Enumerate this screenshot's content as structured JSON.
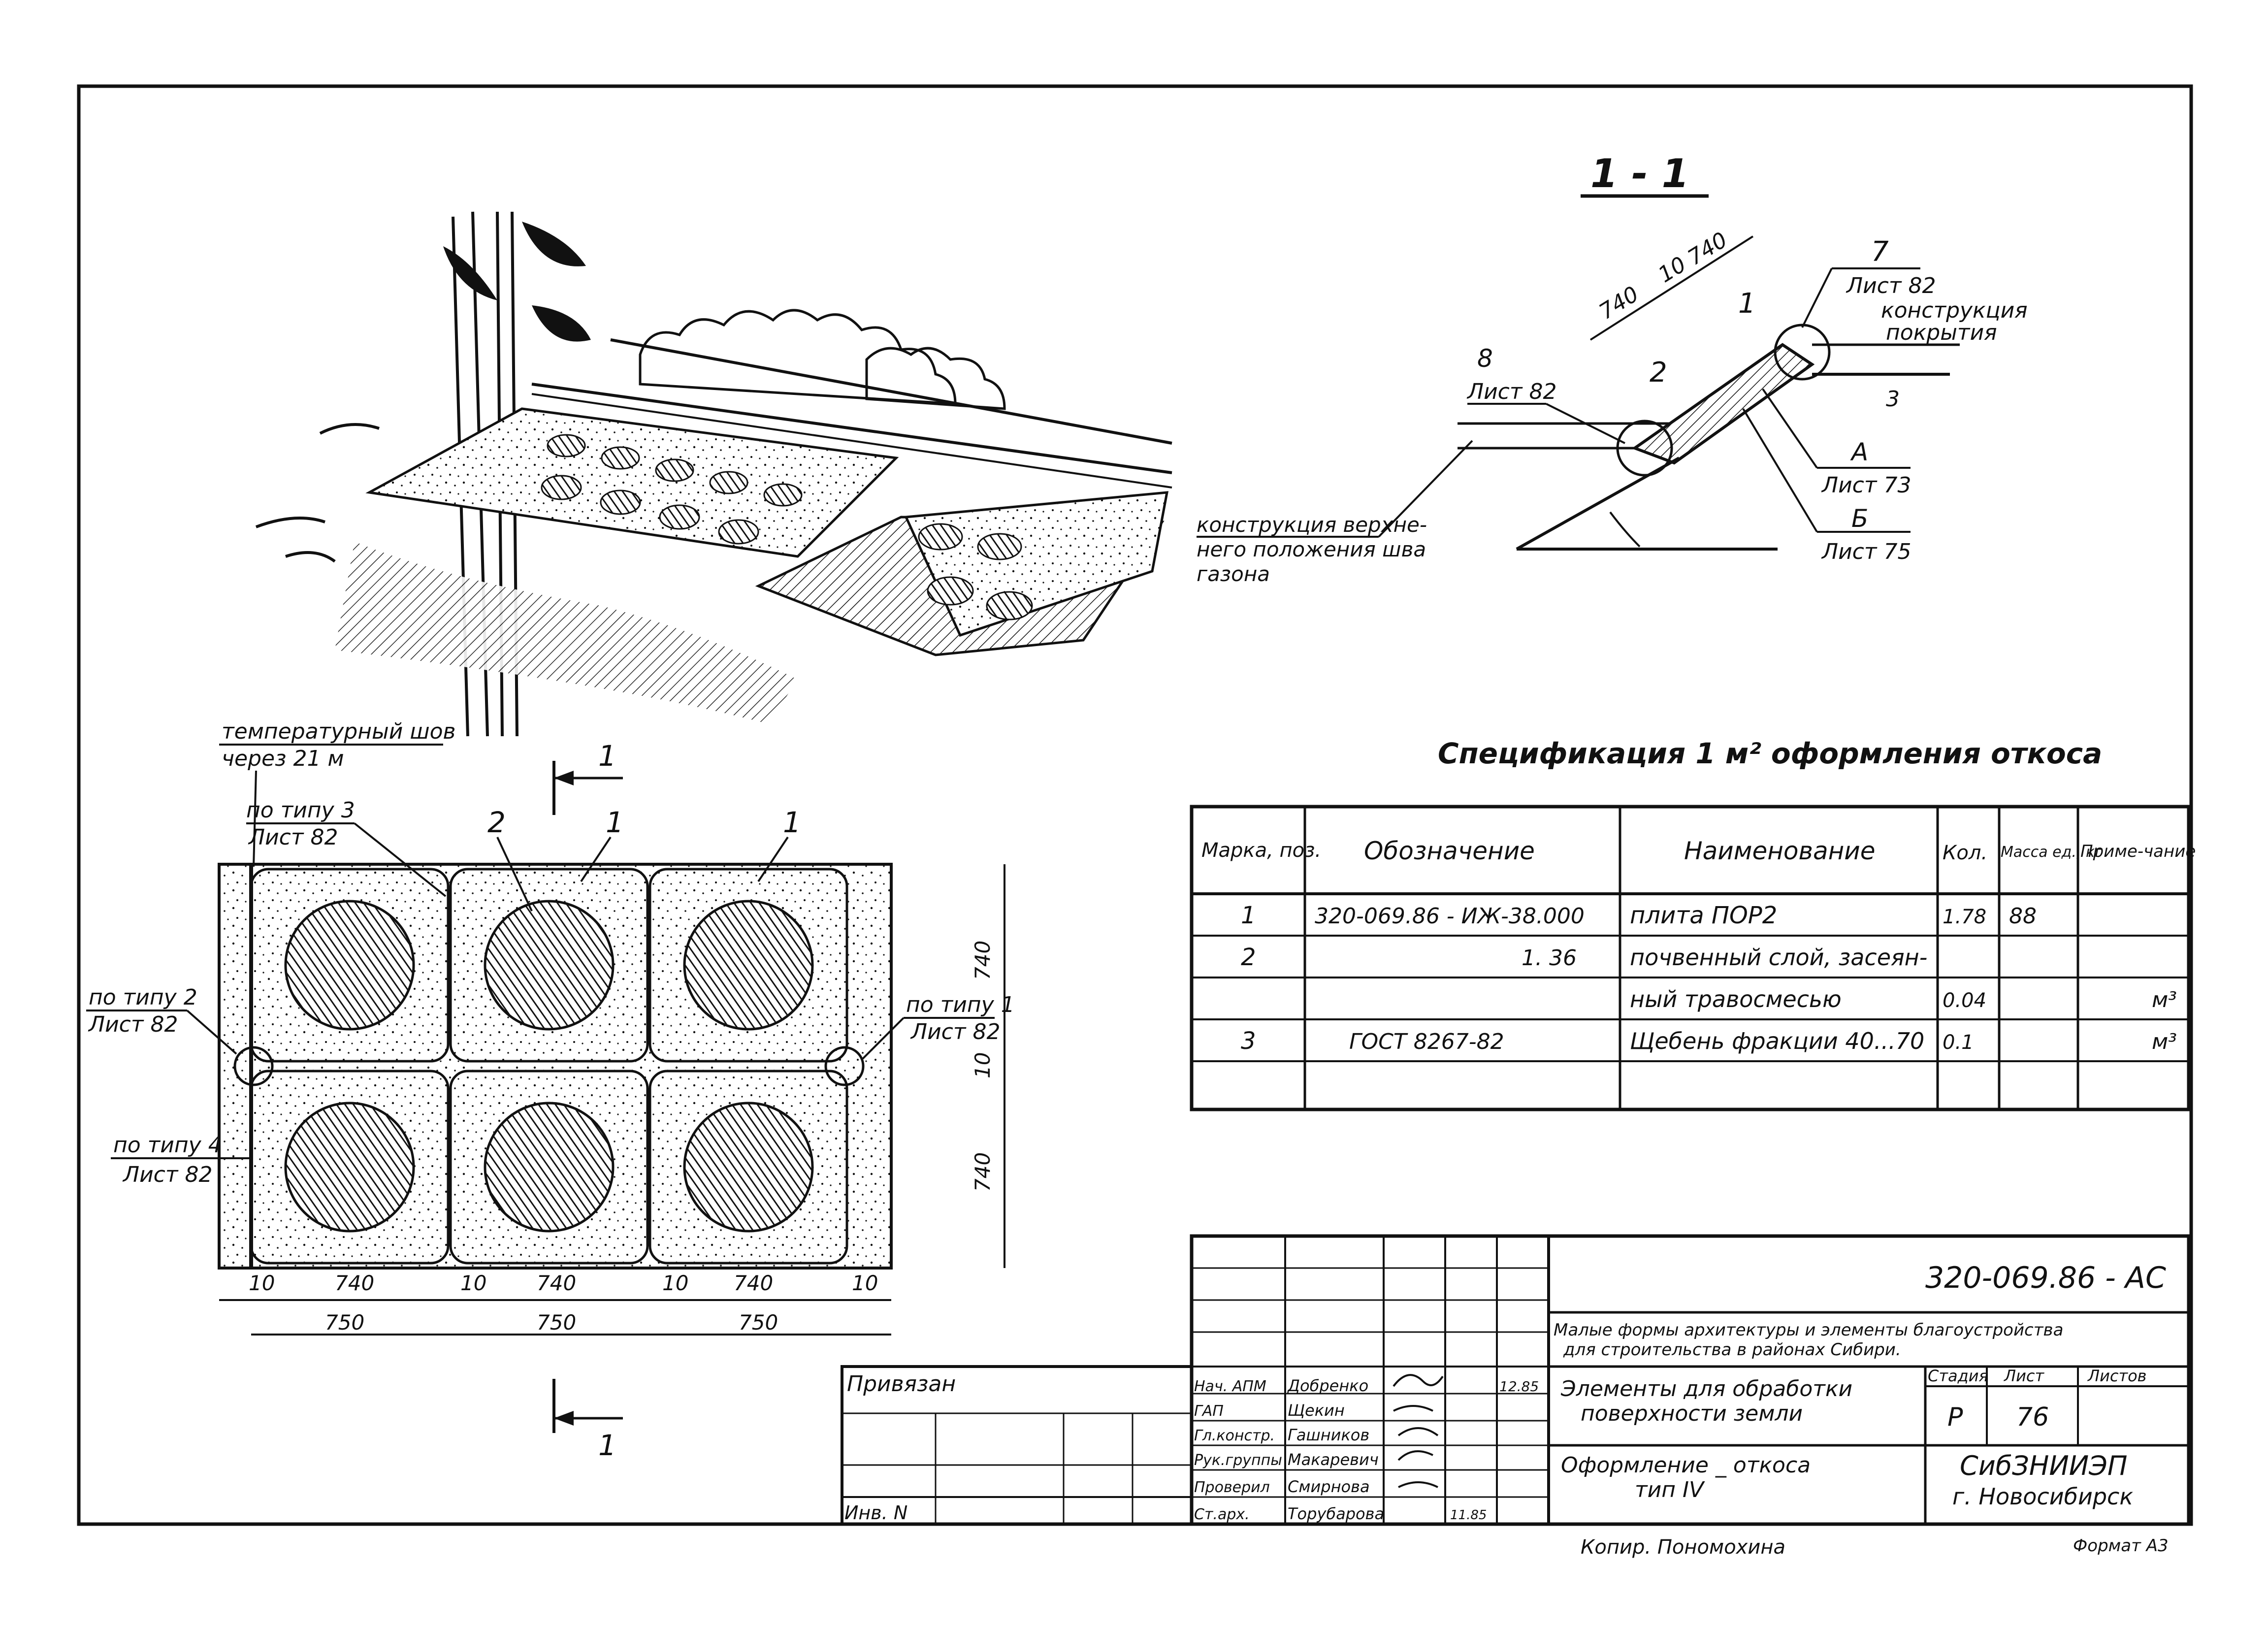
{
  "drawing": {
    "section_title": "1 - 1",
    "section_marker": "1",
    "ink": "#111111",
    "paper": "#ffffff"
  },
  "section_view": {
    "dims": [
      "740",
      "10",
      "740"
    ],
    "callout_7": "7",
    "callout_7_sheet": "Лист 82",
    "callout_7_text1": "конструкция",
    "callout_7_text2": "покрытия",
    "callout_1": "1",
    "callout_2": "2",
    "callout_3": "3",
    "callout_8": "8",
    "callout_8_sheet": "Лист 82",
    "callout_A": "А",
    "callout_A_sheet": "Лист 73",
    "callout_B": "Б",
    "callout_B_sheet": "Лист 75",
    "lawn_text1": "конструкция верхне-",
    "lawn_text2": "него положения шва",
    "lawn_text3": "газона"
  },
  "plan_view": {
    "temp_joint1": "температурный шов",
    "temp_joint2": "через 21 м",
    "type3": "по типу 3",
    "type3_sheet": "Лист 82",
    "type2": "по типу 2",
    "type2_sheet": "Лист 82",
    "type1": "по типу 1",
    "type1_sheet": "Лист 82",
    "type4": "по типу 4",
    "type4_sheet": "Лист 82",
    "pos2": "2",
    "pos1a": "1",
    "pos1b": "1",
    "bottom_dims": [
      "10",
      "740",
      "10",
      "740",
      "10",
      "740",
      "10"
    ],
    "bottom_dims2": [
      "750",
      "750",
      "750"
    ],
    "right_dims": [
      "740",
      "10",
      "740"
    ]
  },
  "spec": {
    "title": "Спецификация 1 м² оформления откоса",
    "headers": [
      "Марка, поз.",
      "Обозначение",
      "Наименование",
      "Кол.",
      "Масса ед., кг",
      "Приме-чание"
    ],
    "rows": [
      [
        "1",
        "320-069.86 - ИЖ-38.000",
        "плита ПОР2",
        "1.78",
        "88",
        ""
      ],
      [
        "2",
        "1. 36",
        "почвенный слой, засеян-",
        "",
        "",
        ""
      ],
      [
        "",
        "",
        "ный травосмесью",
        "0.04",
        "",
        "м³"
      ],
      [
        "3",
        "ГОСТ 8267-82",
        "Щебень фракции 40...70",
        "0.1",
        "",
        "м³"
      ],
      [
        "",
        "",
        "",
        "",
        "",
        ""
      ]
    ]
  },
  "title_block": {
    "code": "320-069.86 - АС",
    "project1": "Малые формы архитектуры и элементы благоустройства",
    "project2": "для строительства в районах Сибири.",
    "part1": "Элементы для обработки",
    "part2": "поверхности земли",
    "sheet_name1": "Оформление _ откоса",
    "sheet_name2": "тип IV",
    "stage_label": "Стадия",
    "sheet_label": "Лист",
    "sheets_label": "Листов",
    "stage": "Р",
    "sheet": "76",
    "org1": "СибЗНИИЭП",
    "org2": "г. Новосибирск",
    "privyazan": "Привязан",
    "inv": "Инв. N",
    "roles": [
      "Нач. АПМ",
      "ГАП",
      "Гл.констр.",
      "Рук.группы",
      "Проверил",
      "Ст.арх."
    ],
    "names": [
      "Добренко",
      "Щекин",
      "Гашников",
      "Макаревич",
      "Смирнова",
      "Торубарова"
    ],
    "date": "12.85",
    "date2": "11.85",
    "copy": "Копир. Пономохина",
    "format": "Формат А3"
  }
}
